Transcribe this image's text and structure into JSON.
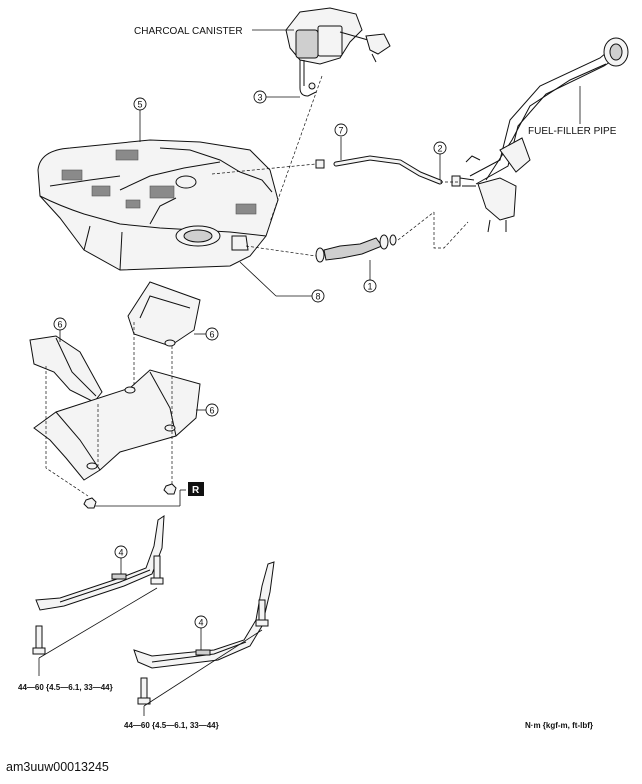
{
  "labels": {
    "charcoal_canister": "CHARCOAL CANISTER",
    "fuel_filler_pipe": "FUEL-FILLER PIPE",
    "torque_spec_1": "44—60 {4.5—6.1, 33—44}",
    "torque_spec_2": "44—60 {4.5—6.1, 33—44}",
    "units": "N·m {kgf-m, ft-lbf}",
    "replace_marker": "R"
  },
  "callouts": [
    {
      "id": "c1",
      "text": "1"
    },
    {
      "id": "c2",
      "text": "2"
    },
    {
      "id": "c3",
      "text": "3"
    },
    {
      "id": "c4a",
      "text": "4"
    },
    {
      "id": "c4b",
      "text": "4"
    },
    {
      "id": "c5",
      "text": "5"
    },
    {
      "id": "c6a",
      "text": "6"
    },
    {
      "id": "c6b",
      "text": "6"
    },
    {
      "id": "c6c",
      "text": "6"
    },
    {
      "id": "c7",
      "text": "7"
    },
    {
      "id": "c8",
      "text": "8"
    }
  ],
  "image_id": "am3uuw00013245"
}
